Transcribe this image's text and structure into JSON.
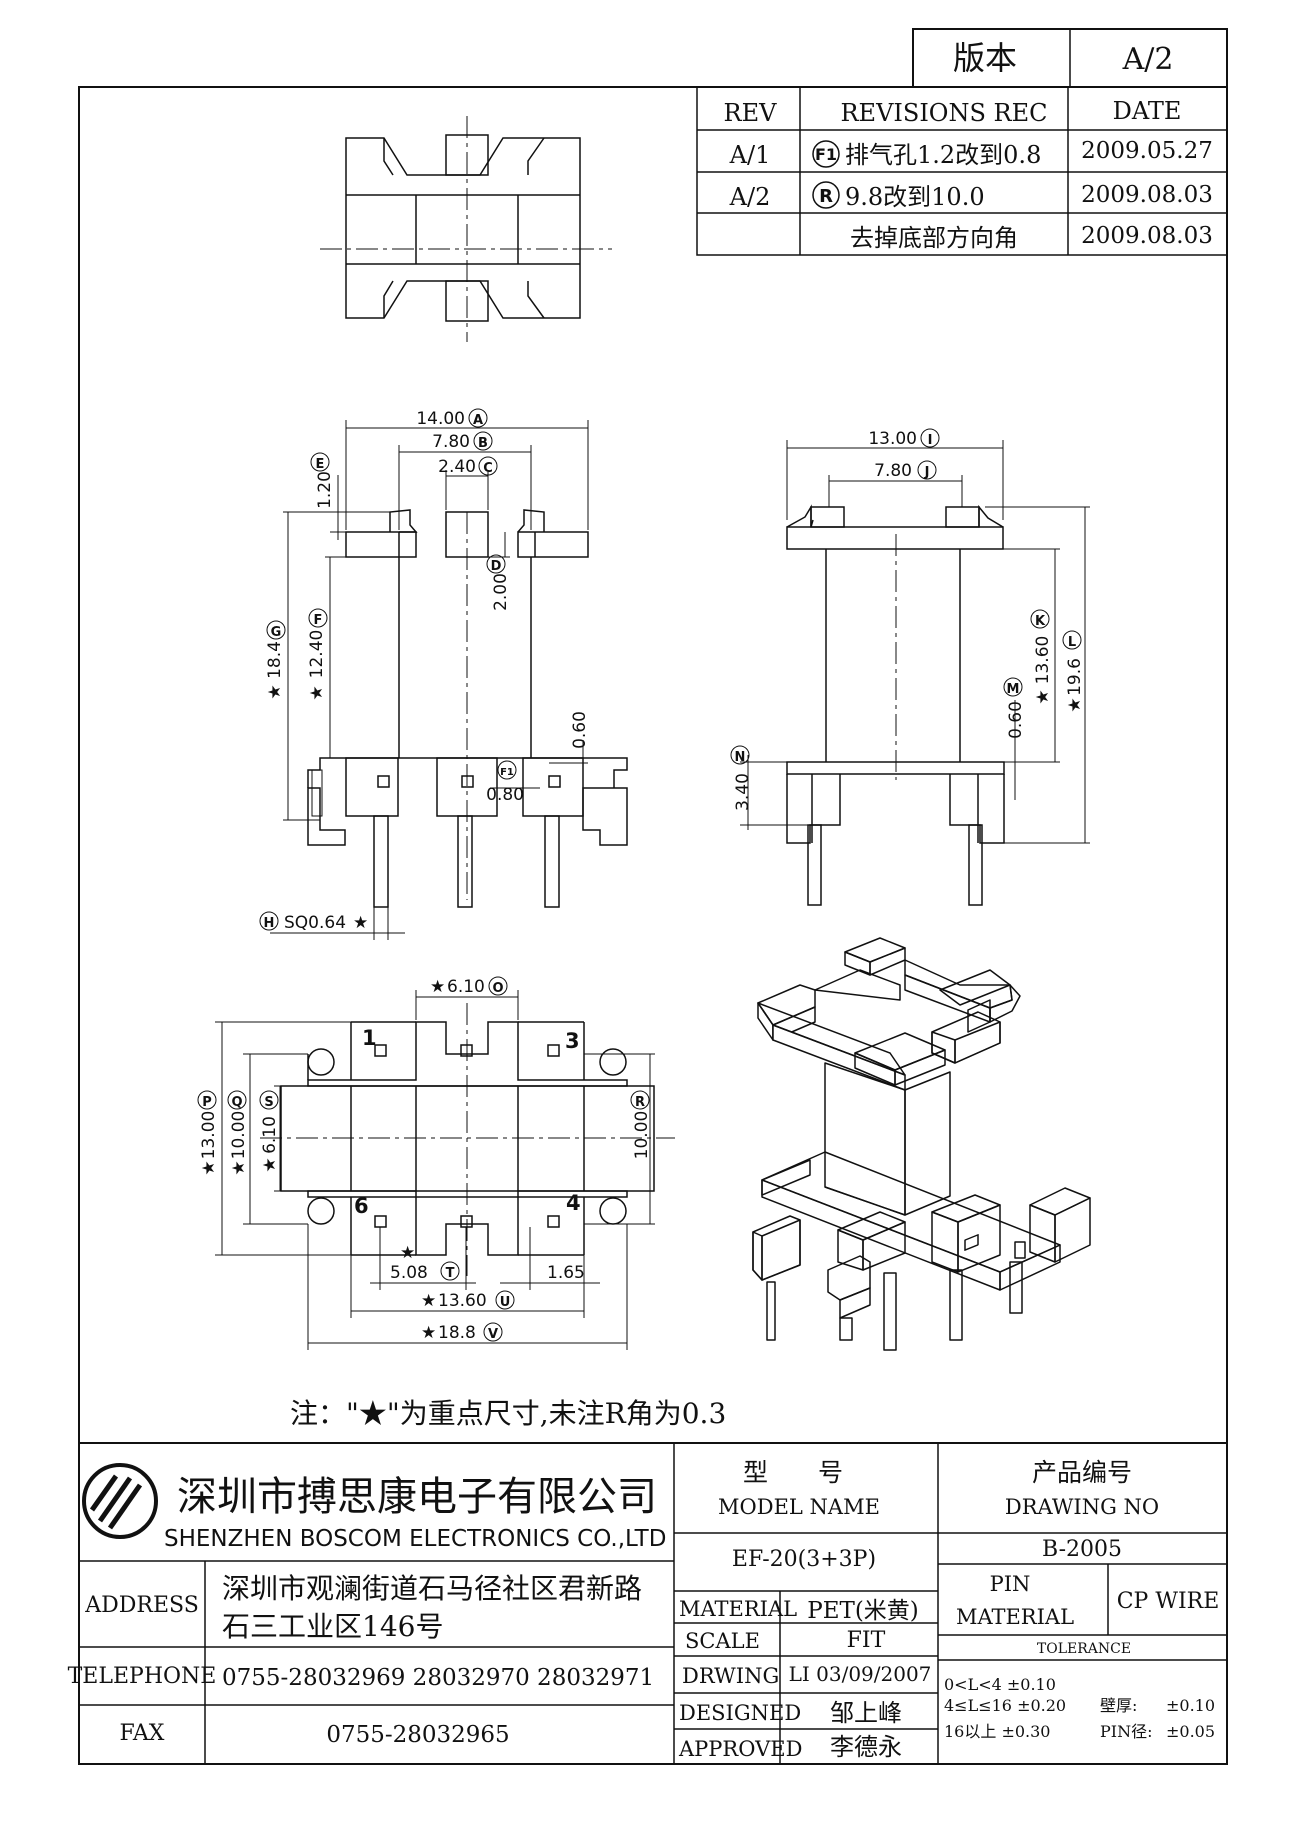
{
  "version_box": {
    "label": "版本",
    "value": "A/2"
  },
  "revisions": {
    "headers": [
      "REV",
      "REVISIONS REC",
      "DATE"
    ],
    "rows": [
      {
        "rev": "A/1",
        "mark": "F1",
        "text": "排气孔1.2改到0.8",
        "date": "2009.05.27"
      },
      {
        "rev": "A/2",
        "mark": "R",
        "text": "9.8改到10.0",
        "date": "2009.08.03"
      },
      {
        "rev": "",
        "mark": "",
        "text": "去掉底部方向角",
        "date": "2009.08.03"
      }
    ]
  },
  "front_view": {
    "dims": {
      "A": "14.00",
      "B": "7.80",
      "C": "2.40",
      "D": "2.00",
      "E": "1.20",
      "F": "12.40",
      "G": "18.4",
      "H": "SQ0.64",
      "F1": "0.80",
      "p060": "0.60"
    },
    "markers": {
      "A": "A",
      "B": "B",
      "C": "C",
      "D": "D",
      "E": "E",
      "F": "F",
      "G": "G",
      "H": "H",
      "F1": "F1"
    }
  },
  "side_view": {
    "dims": {
      "I": "13.00",
      "J": "7.80",
      "K": "13.60",
      "L": "19.6",
      "M": "0.60",
      "N": "3.40"
    },
    "markers": {
      "I": "I",
      "J": "J",
      "K": "K",
      "L": "L",
      "M": "M",
      "N": "N"
    }
  },
  "bottom_view": {
    "dims": {
      "O": "6.10",
      "P": "13.00",
      "Q": "10.00",
      "S": "6.10",
      "R": "10.00",
      "T": "5.08",
      "t2": "1.65",
      "U": "13.60",
      "V": "18.8"
    },
    "markers": {
      "O": "O",
      "P": "P",
      "Q": "Q",
      "S": "S",
      "R": "R",
      "T": "T",
      "U": "U",
      "V": "V"
    },
    "pins": [
      "1",
      "3",
      "6",
      "4"
    ]
  },
  "symbols": {
    "star": "★"
  },
  "note": "注：\"★\"为重点尺寸,未注R角为0.3",
  "company": {
    "name_cn": "深圳市搏思康电子有限公司",
    "name_en": "SHENZHEN BOSCOM ELECTRONICS CO.,LTD",
    "address_label": "ADDRESS",
    "address_line1": "深圳市观澜街道石马径社区君新路",
    "address_line2": "石三工业区146号",
    "telephone_label": "TELEPHONE",
    "telephone": "0755-28032969 28032970 28032971",
    "fax_label": "FAX",
    "fax": "0755-28032965"
  },
  "title_block": {
    "model_label_cn": "型　　号",
    "model_label_en": "MODEL NAME",
    "model_value": "EF-20(3+3P)",
    "drawing_label_cn": "产品编号",
    "drawing_label_en": "DRAWING NO",
    "drawing_value": "B-2005",
    "material_label": "MATERIAL",
    "material_value": "PET(米黄)",
    "scale_label": "SCALE",
    "scale_value": "FIT",
    "drwing_label": "DRWING",
    "drwing_value": "LI 03/09/2007",
    "designed_label": "DESIGNED",
    "designed_value": "邹上峰",
    "approved_label": "APPROVED",
    "approved_value": "李德永",
    "pin_material_label_1": "PIN",
    "pin_material_label_2": "MATERIAL",
    "pin_material_value": "CP WIRE",
    "tolerance_label": "TOLERANCE",
    "tol_row1": "0<L<4  ±0.10",
    "tol_row2": "4≤L≤16 ±0.20",
    "tol_row3": "16以上    ±0.30",
    "wall_label": "壁厚:",
    "wall_value": "±0.10",
    "pin_dia_label": "PIN径:",
    "pin_dia_value": "±0.05"
  }
}
